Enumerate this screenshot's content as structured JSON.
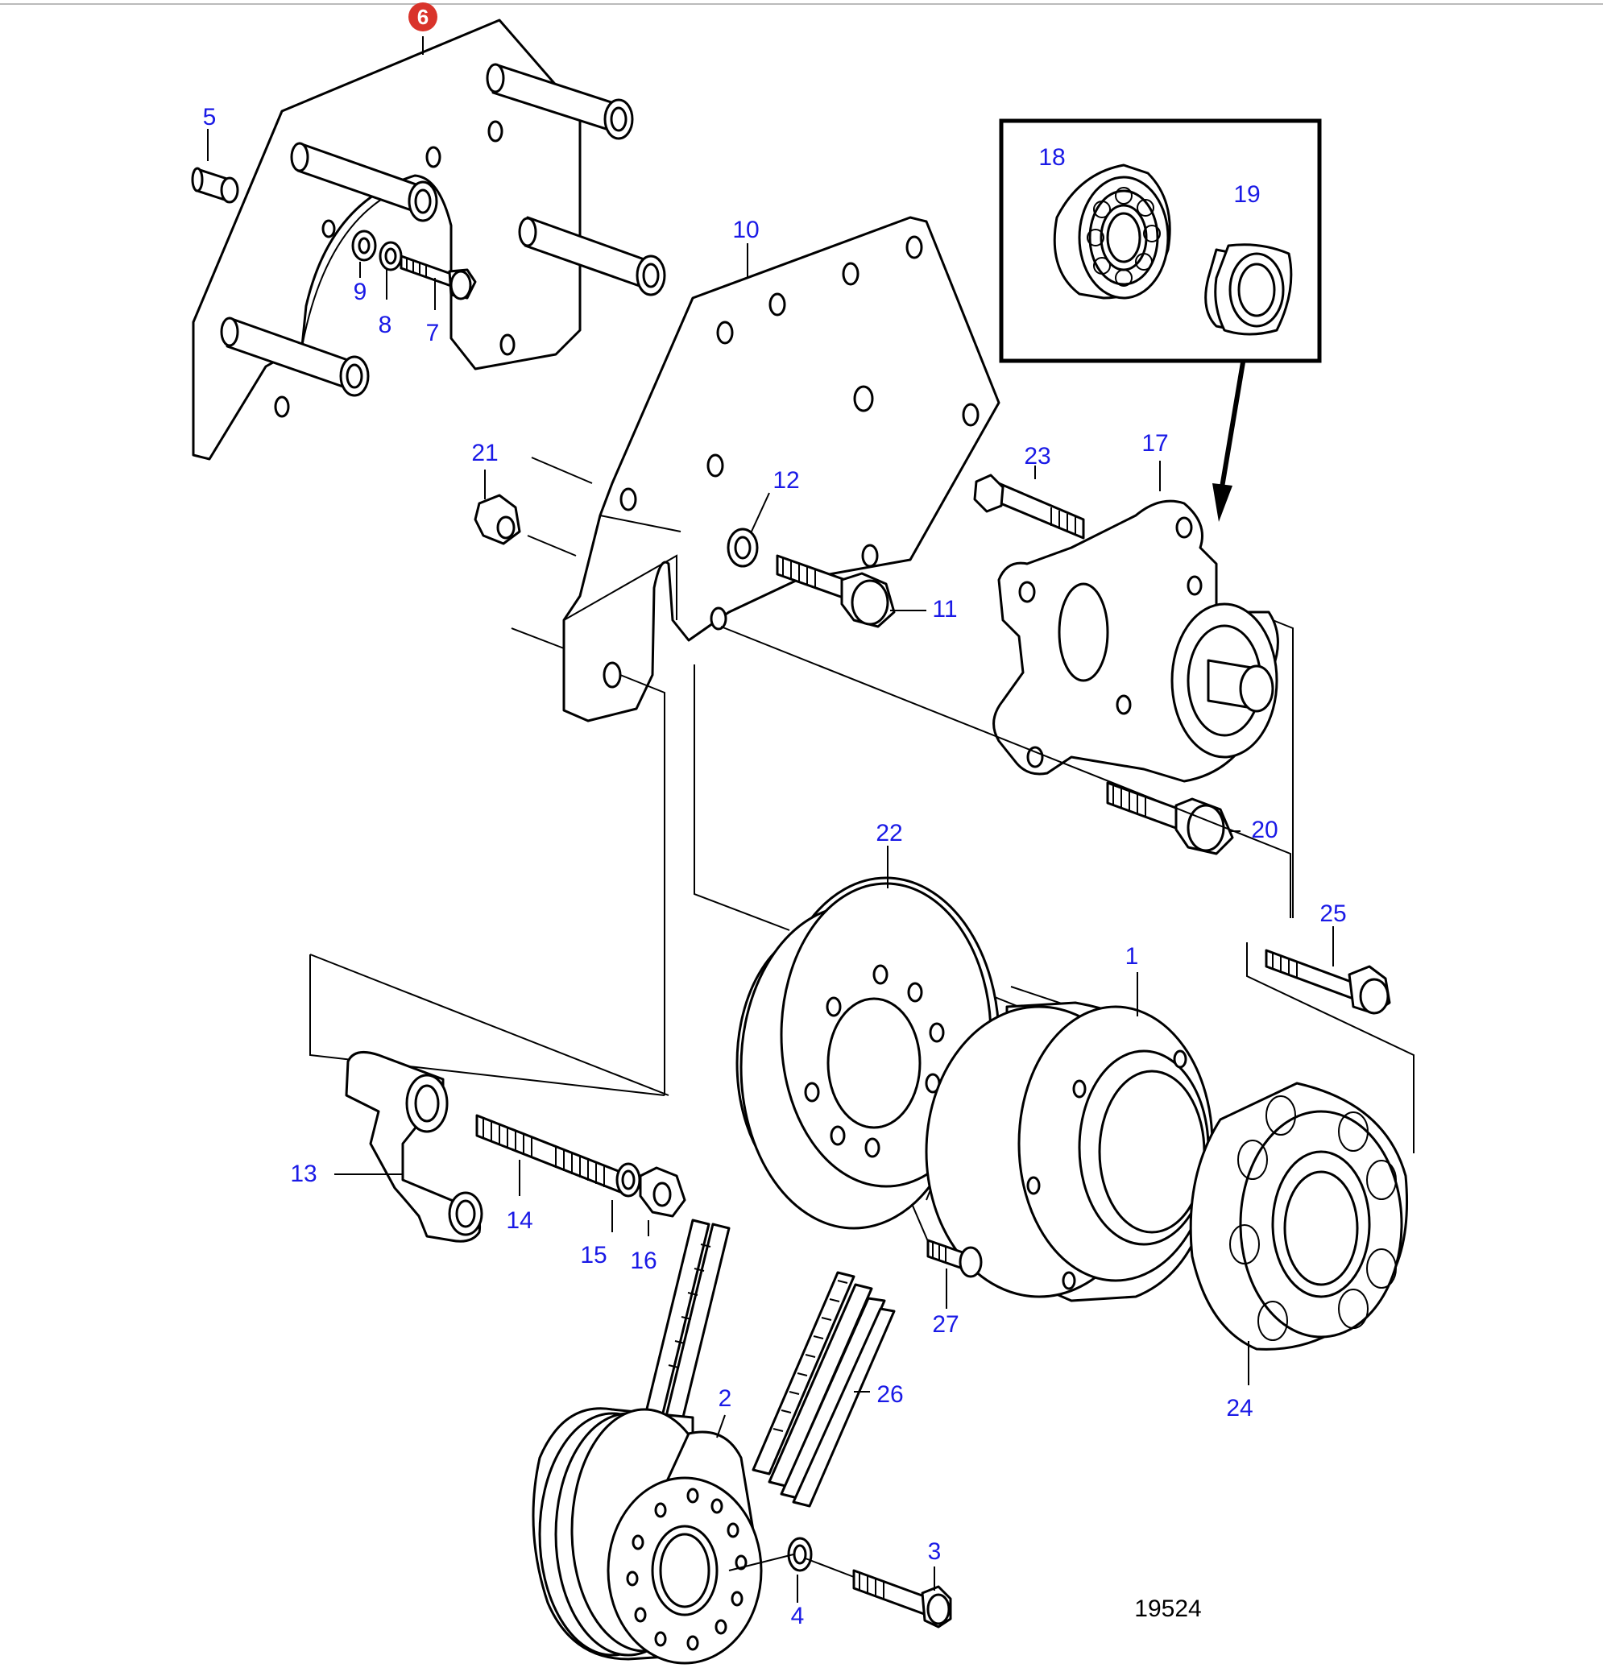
{
  "diagram": {
    "figure_number": "19524",
    "selected_badge": "6",
    "callouts": {
      "c1": "1",
      "c2": "2",
      "c3": "3",
      "c4": "4",
      "c5": "5",
      "c7": "7",
      "c8": "8",
      "c9": "9",
      "c10": "10",
      "c11": "11",
      "c12": "12",
      "c13": "13",
      "c14": "14",
      "c15": "15",
      "c16": "16",
      "c17": "17",
      "c18": "18",
      "c19": "19",
      "c20": "20",
      "c21": "21",
      "c22": "22",
      "c23": "23",
      "c24": "24",
      "c25": "25",
      "c26": "26",
      "c27": "27"
    },
    "colors": {
      "callout_text": "#1a1ae6",
      "badge": "#d9342b",
      "line": "#000000",
      "background": "#ffffff"
    }
  }
}
